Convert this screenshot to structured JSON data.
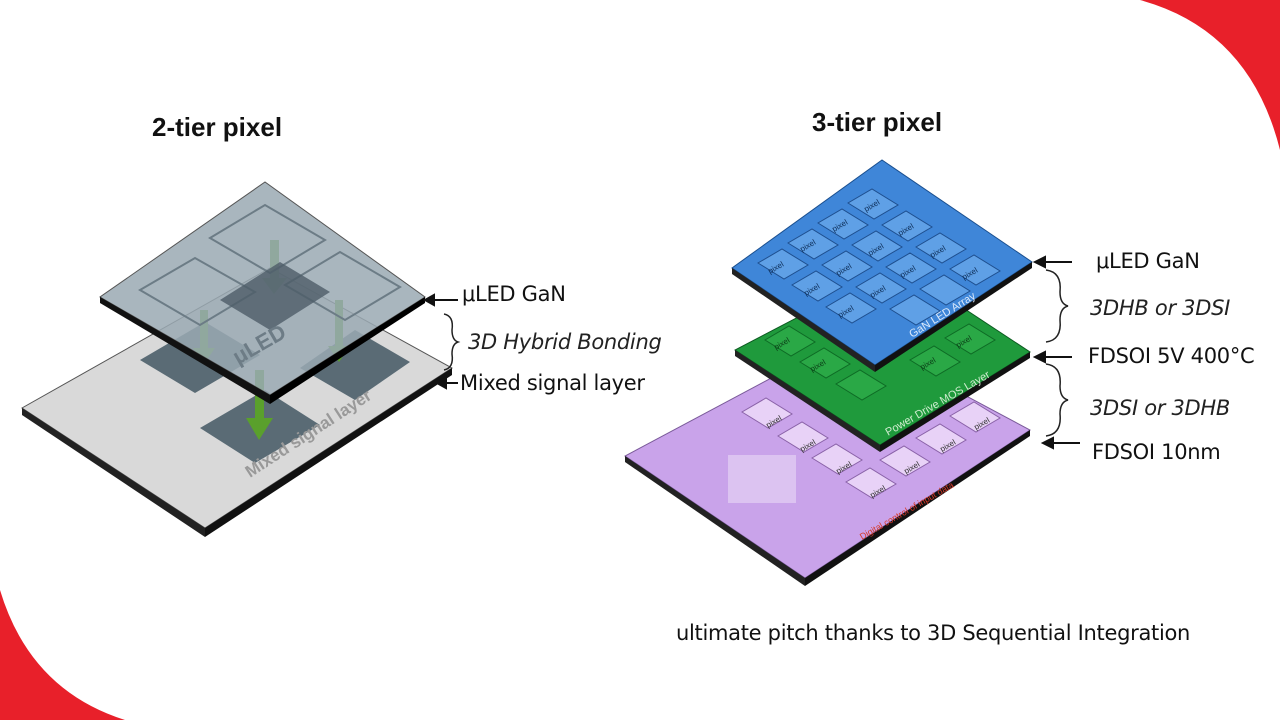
{
  "decor": {
    "accent_color": "#e8202a"
  },
  "left_diagram": {
    "title": "2-tier pixel",
    "top_layer_text": "μLED",
    "bottom_layer_text": "Mixed signal layer",
    "labels": {
      "top": "μLED GaN",
      "bond": "3D Hybrid Bonding",
      "bottom": "Mixed signal layer"
    }
  },
  "right_diagram": {
    "title": "3-tier pixel",
    "top_layer": {
      "name": "GaN LED Array",
      "cell_label": "pixel",
      "color": "#3f86d8"
    },
    "middle_layer": {
      "name": "Power Drive MOS Layer",
      "cell_label": "pixel",
      "color": "#1f9a3c"
    },
    "bottom_layer": {
      "name": "Digital control of input data",
      "cell_label": "pixel",
      "color": "#c9a3ea"
    },
    "labels": {
      "top": "μLED GaN",
      "bond1": "3DHB or 3DSI",
      "middle": "FDSOI 5V 400°C",
      "bond2": "3DSI or 3DHB",
      "bottom": "FDSOI 10nm"
    },
    "caption": "ultimate pitch thanks to 3D Sequential Integration"
  }
}
